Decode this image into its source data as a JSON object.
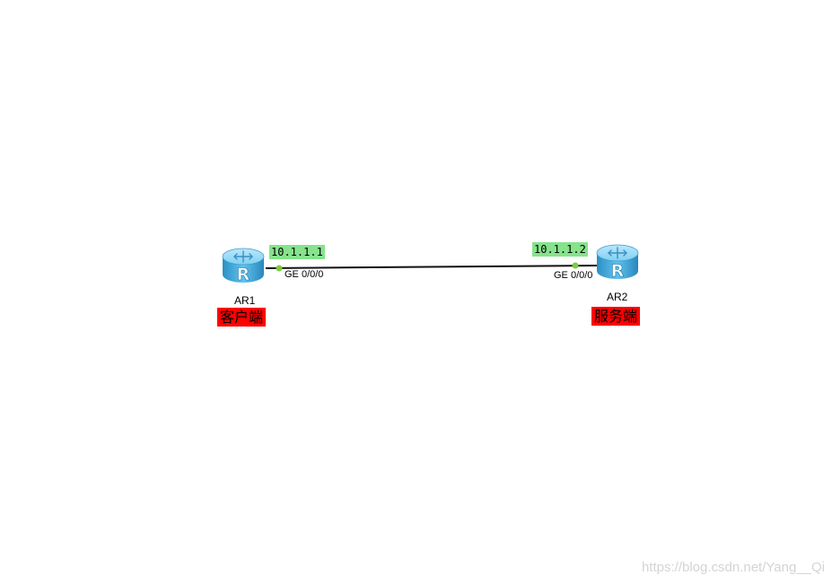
{
  "colors": {
    "ip_label_bg": "#86e38c",
    "role_tag_bg": "#ff0000",
    "link_line": "#111111",
    "port_dot": "#7ccc3c",
    "router_body": "#4fb4e4"
  },
  "devices": [
    {
      "name": "AR1",
      "icon": "router-icon",
      "icon_letter": "R",
      "role": "客户端",
      "ip": "10.1.1.1",
      "port": "GE 0/0/0"
    },
    {
      "name": "AR2",
      "icon": "router-icon",
      "icon_letter": "R",
      "role": "服务端",
      "ip": "10.1.1.2",
      "port": "GE 0/0/0"
    }
  ],
  "watermark": "https://blog.csdn.net/Yang__Qi"
}
